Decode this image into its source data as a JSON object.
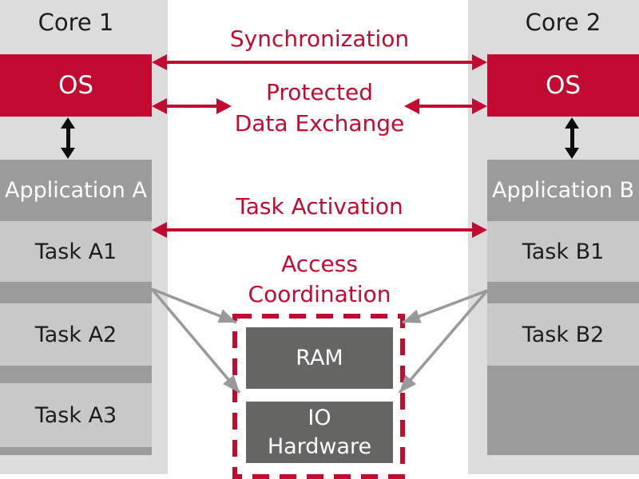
{
  "diagram": {
    "core1": {
      "title": "Core 1",
      "os_label": "OS",
      "application_label": "Application A",
      "tasks": [
        "Task A1",
        "Task A2",
        "Task A3"
      ]
    },
    "core2": {
      "title": "Core 2",
      "os_label": "OS",
      "application_label": "Application B",
      "tasks": [
        "Task B1",
        "Task B2"
      ]
    },
    "links": {
      "synchronization": "Synchronization",
      "protected_line1": "Protected",
      "protected_line2": "Data Exchange",
      "task_activation": "Task Activation",
      "access_line1": "Access",
      "access_line2": "Coordination"
    },
    "shared_resources": {
      "ram": "RAM",
      "io_line1": "IO",
      "io_line2": "Hardware"
    },
    "colors": {
      "red": "#c10b30",
      "column_bg": "#dcdcdd",
      "panel_gray": "#9b9b9b",
      "task_gray": "#c8c8c9",
      "resource_gray": "#656564",
      "arrow_gray": "#999999",
      "text_black": "#1d1d1b",
      "white": "#ffffff"
    }
  }
}
